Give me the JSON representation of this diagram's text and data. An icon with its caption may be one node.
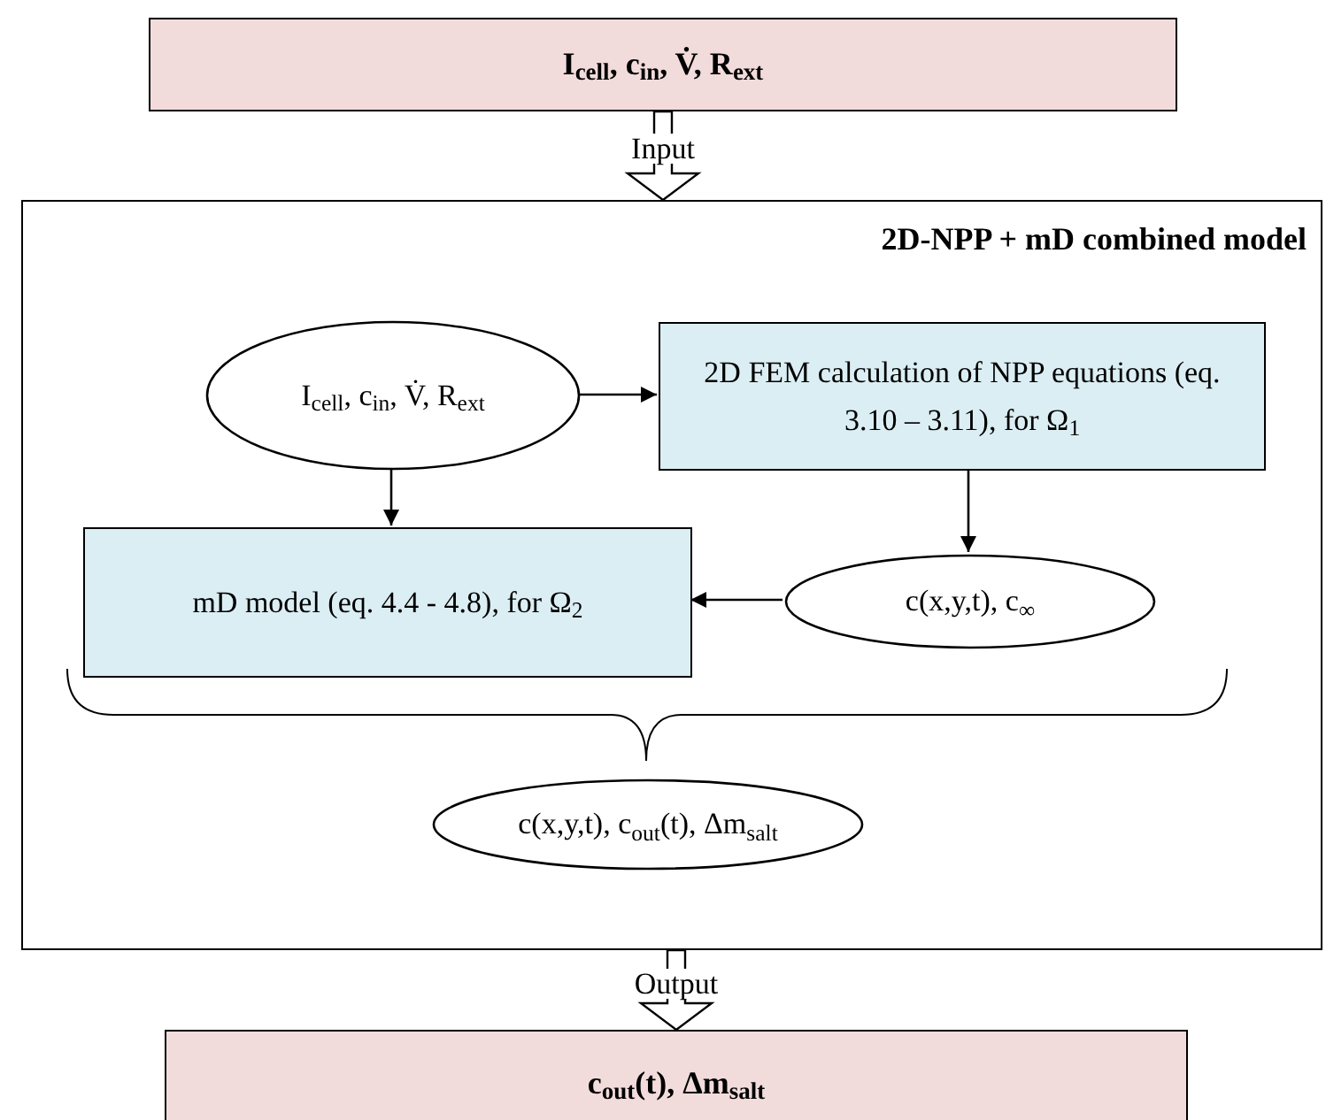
{
  "diagram": {
    "nodes": [
      {
        "text": [
          "I$_{cell}$, c$_{in}$, V̇, R$_{ext}$"
        ]
      },
      {
        "text": [
          "2D-NPP + mD combined model"
        ]
      },
      {
        "text": [
          "I$_{cell}$, c$_{in}$, V̇, R$_{ext}$"
        ],
        "in": 1
      },
      {
        "text": [
          "2D FEM calculation of NPP equations (eq. 3.10 – 3.11), for Ω$_{1}$"
        ],
        "in": 1
      },
      {
        "text": [
          "mD model (eq. 4.4 - 4.8), for Ω$_{2}$"
        ],
        "in": 1
      },
      {
        "text": [
          "c(x,y,t), c$_{∞}$"
        ],
        "in": 1
      },
      {
        "text": [
          "c(x,y,t), c$_{out}$(t), Δm$_{salt}$"
        ],
        "in": 1
      },
      {
        "text": [
          "c$_{out}$(t), Δm$_{salt}$"
        ]
      }
    ],
    "edges": [
      {
        "from": 0,
        "to": 1,
        "arrow": "to",
        "label": "Input",
        "style": "thick"
      },
      {
        "from": 2,
        "to": 3,
        "arrow": "to"
      },
      {
        "from": 2,
        "to": 4,
        "arrow": "to"
      },
      {
        "from": 3,
        "to": 5,
        "arrow": "to"
      },
      {
        "from": 5,
        "to": 4,
        "arrow": "to"
      },
      {
        "from": 1,
        "to": 7,
        "arrow": "to",
        "label": "Output",
        "style": "thick"
      }
    ]
  }
}
